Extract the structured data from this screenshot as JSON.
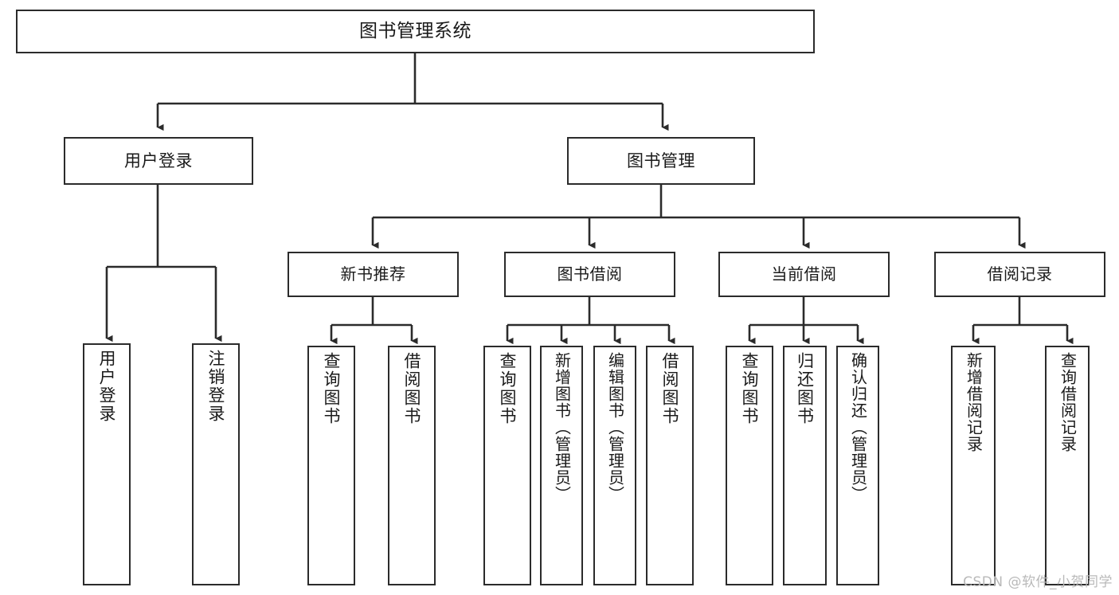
{
  "diagram": {
    "title": "图书管理系统",
    "watermark": "CSDN @软件_小贺同学",
    "line_color": "#2b2b2b",
    "box_fill": "#ffffff",
    "text_color": "#1a1a1a",
    "root": {
      "label": "图书管理系统"
    },
    "level2": [
      {
        "id": "user-login",
        "label": "用户登录"
      },
      {
        "id": "book-manage",
        "label": "图书管理"
      }
    ],
    "level3": [
      {
        "id": "new-book-recommend",
        "label": "新书推荐"
      },
      {
        "id": "book-borrow",
        "label": "图书借阅"
      },
      {
        "id": "current-borrow",
        "label": "当前借阅"
      },
      {
        "id": "borrow-record",
        "label": "借阅记录"
      }
    ],
    "leaves": {
      "user_login": [
        {
          "id": "leaf-user-login",
          "label": "用户登录"
        },
        {
          "id": "leaf-logout-login",
          "label": "注销登录"
        }
      ],
      "new_book_recommend": [
        {
          "id": "leaf-query-book-1",
          "label": "查询图书"
        },
        {
          "id": "leaf-borrow-book-1",
          "label": "借阅图书"
        }
      ],
      "book_borrow": [
        {
          "id": "leaf-query-book-2",
          "label": "查询图书"
        },
        {
          "id": "leaf-add-book",
          "label": "新增图书（管理员）"
        },
        {
          "id": "leaf-edit-book",
          "label": "编辑图书（管理员）"
        },
        {
          "id": "leaf-borrow-book-2",
          "label": "借阅图书"
        }
      ],
      "current_borrow": [
        {
          "id": "leaf-query-book-3",
          "label": "查询图书"
        },
        {
          "id": "leaf-return-book",
          "label": "归还图书"
        },
        {
          "id": "leaf-confirm-return",
          "label": "确认归还（管理员）"
        }
      ],
      "borrow_record": [
        {
          "id": "leaf-add-record",
          "label": "新增借阅记录"
        },
        {
          "id": "leaf-query-record",
          "label": "查询借阅记录"
        }
      ]
    }
  }
}
